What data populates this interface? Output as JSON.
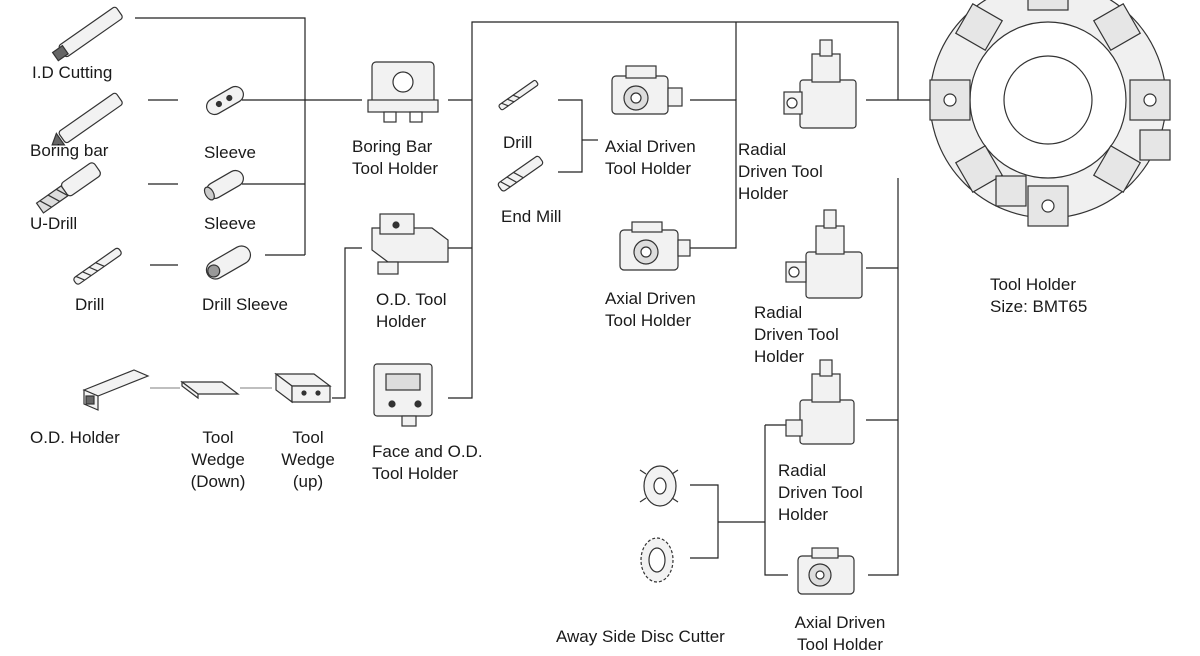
{
  "labels": {
    "id_cutting": "I.D Cutting",
    "boring_bar": "Boring bar",
    "u_drill": "U-Drill",
    "drill_left": "Drill",
    "sleeve_1": "Sleeve",
    "sleeve_2": "Sleeve",
    "drill_sleeve": "Drill Sleeve",
    "boring_bar_tool_holder": "Boring Bar\nTool Holder",
    "od_tool_holder": "O.D. Tool\nHolder",
    "face_od_tool_holder": "Face and O.D.\nTool Holder",
    "od_holder": "O.D. Holder",
    "tool_wedge_down": "Tool\nWedge\n(Down)",
    "tool_wedge_up": "Tool\nWedge\n(up)",
    "drill_mid": "Drill",
    "end_mill": "End Mill",
    "axial_driven_1": "Axial Driven\nTool Holder",
    "axial_driven_2": "Axial Driven\nTool Holder",
    "axial_driven_3": "Axial Driven\nTool Holder",
    "radial_driven_1": "Radial\nDriven Tool\nHolder",
    "radial_driven_2": "Radial\nDriven Tool\nHolder",
    "radial_driven_3": "Radial\nDriven Tool\nHolder",
    "away_side_disc_cutter": "Away Side Disc Cutter",
    "turret": "Tool Holder\nSize: BMT65"
  },
  "colors": {
    "line": "#222222",
    "part_fill": "#f2f2f2",
    "part_stroke": "#333333",
    "turret_fill": "#e9e9e9"
  },
  "icons": {
    "id_cutting": "id-cutting-bar-icon",
    "boring_bar": "boring-bar-icon",
    "u_drill": "u-drill-icon",
    "drill": "drill-bit-icon",
    "sleeve": "sleeve-icon",
    "drill_sleeve": "drill-sleeve-icon",
    "boring_bar_tool_holder": "boring-bar-holder-icon",
    "od_tool_holder": "od-tool-holder-icon",
    "face_od_tool_holder": "face-od-holder-icon",
    "od_holder": "od-holder-icon",
    "tool_wedge": "tool-wedge-icon",
    "end_mill": "end-mill-icon",
    "axial_driven": "axial-driven-holder-icon",
    "radial_driven": "radial-driven-holder-icon",
    "disc_cutter": "disc-cutter-icon",
    "turret": "turret-icon"
  }
}
